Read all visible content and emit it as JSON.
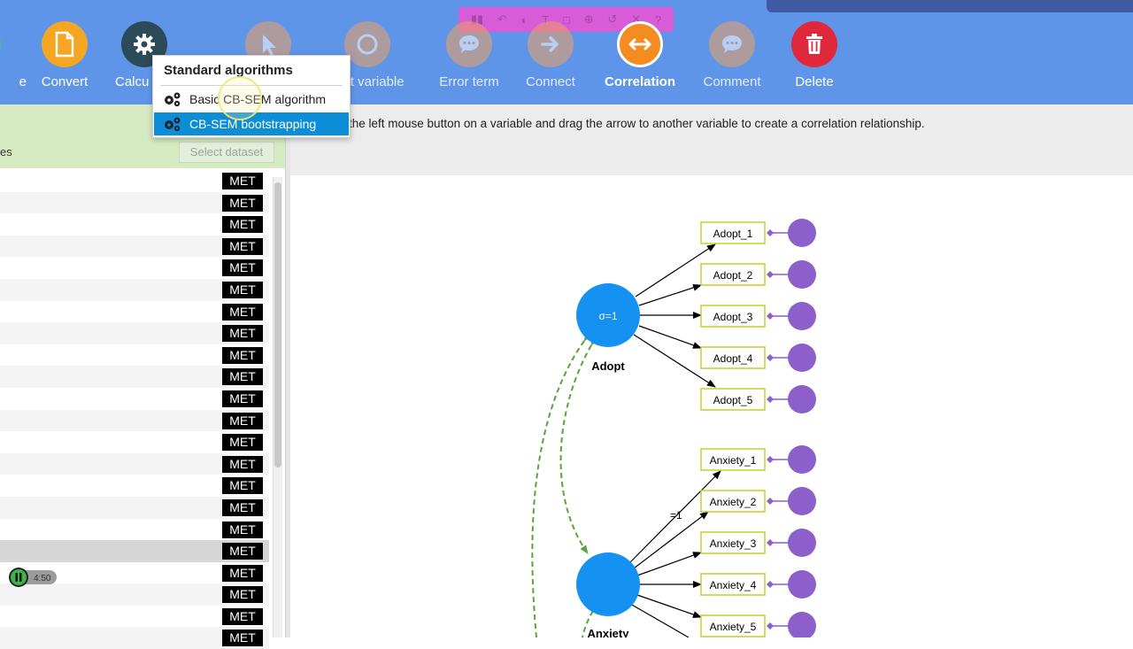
{
  "toolbar": {
    "tools": [
      {
        "label": "e",
        "color": "#47c26b"
      },
      {
        "label": "Convert",
        "color": "#f5a623"
      },
      {
        "label": "Calcu",
        "color": "#2c4a57"
      },
      {
        "label": "",
        "color": "#f0a060"
      },
      {
        "label": "nt variable",
        "color": "#f0a060"
      },
      {
        "label": "Error term",
        "color": "#f0a060"
      },
      {
        "label": "Connect",
        "color": "#f0a060"
      },
      {
        "label": "Correlation",
        "color": "#f58c1f"
      },
      {
        "label": "Comment",
        "color": "#f0a060"
      },
      {
        "label": "Delete",
        "color": "#e0283d"
      }
    ]
  },
  "dropdown": {
    "header": "Standard algorithms",
    "items": [
      "Basic CB-SEM algorithm",
      "CB-SEM bootstrapping"
    ]
  },
  "leftpane": {
    "partial_label": "es",
    "select_dataset": "Select dataset",
    "met_label": "MET",
    "rec_time": "4:50"
  },
  "instruction": "the left mouse button on a variable and drag the arrow to another variable to create a correlation relationship.",
  "model": {
    "adopt": {
      "name": "Adopt",
      "inner": "σ=1",
      "indicators": [
        "Adopt_1",
        "Adopt_2",
        "Adopt_3",
        "Adopt_4",
        "Adopt_5"
      ]
    },
    "anxiety": {
      "name": "Anxiety",
      "indicators": [
        "Anxiety_1",
        "Anxiety_2",
        "Anxiety_3",
        "Anxiety_4",
        "Anxiety_5"
      ],
      "loading_label": "=1"
    }
  },
  "colors": {
    "latent": "#1591f2",
    "error": "#8c5fcb",
    "indicator_border": "#c4d02e",
    "correlation": "#5da23a"
  }
}
